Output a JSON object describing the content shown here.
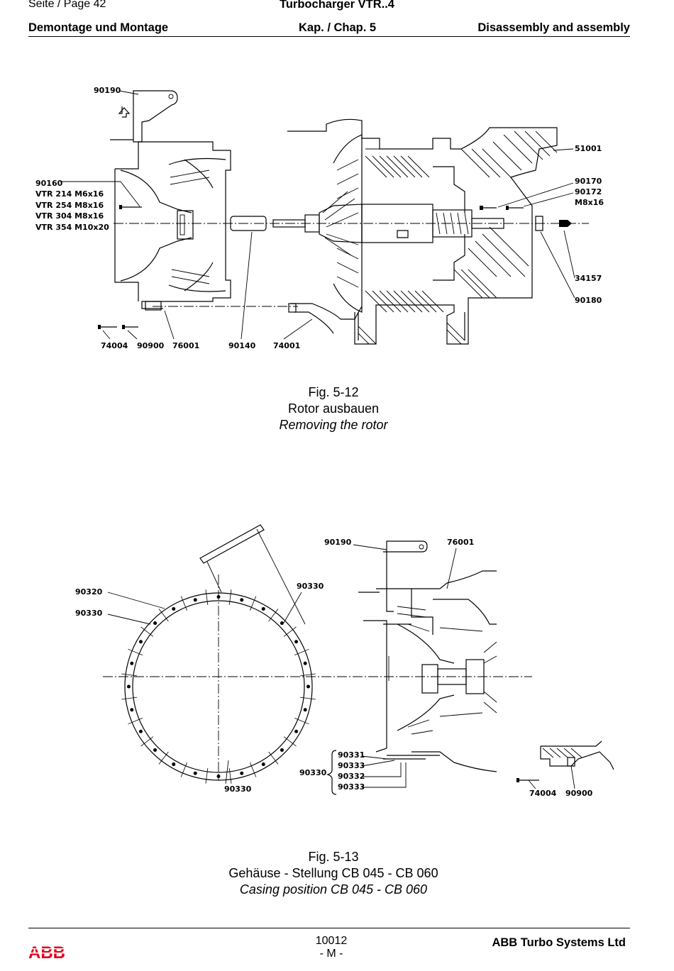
{
  "header": {
    "page_label": "Seite / Page  42",
    "product": "Turbocharger VTR..4",
    "section_de": "Demontage und Montage",
    "chapter": "Kap. / Chap. 5",
    "section_en": "Disassembly and assembly"
  },
  "figure1": {
    "labels": {
      "l90190": "90190",
      "l90160": "90160",
      "v214": "VTR 214  M6x16",
      "v254": "VTR 254  M8x16",
      "v304": "VTR 304  M8x16",
      "v354": "VTR 354  M10x20",
      "l74004": "74004",
      "l90900": "90900",
      "l76001": "76001",
      "l90140": "90140",
      "l74001": "74001",
      "l51001": "51001",
      "l90170": "90170",
      "l90172": "90172",
      "lm816": "M8x16",
      "l34157": "34157",
      "l90180": "90180"
    },
    "caption_number": "Fig. 5-12",
    "caption_de": "Rotor ausbauen",
    "caption_en": "Removing the rotor"
  },
  "figure2": {
    "labels": {
      "l90320": "90320",
      "l90330a": "90330",
      "l90330b": "90330",
      "l90330c": "90330",
      "l90330d": "90330",
      "l90190": "90190",
      "l76001": "76001",
      "l90331": "90331",
      "l90333a": "90333",
      "l90332": "90332",
      "l90333b": "90333",
      "l74004": "74004",
      "l90900": "90900"
    },
    "caption_number": "Fig. 5-13",
    "caption_de": "Gehäuse - Stellung  CB 045 - CB 060",
    "caption_en": "Casing position CB 045 - CB 060"
  },
  "footer": {
    "doc_number": "10012",
    "revision": "- M -",
    "company": "ABB Turbo Systems Ltd",
    "logo_text": "ABB",
    "logo_color": "#e2001a"
  }
}
